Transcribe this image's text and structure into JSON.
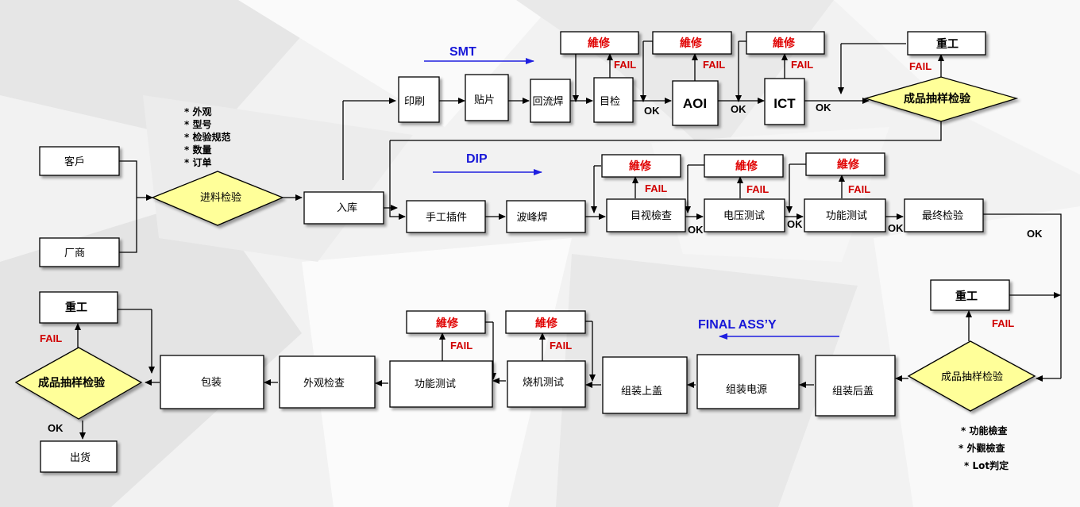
{
  "smt": {
    "title": "SMT",
    "print": "印刷",
    "mount": "贴片",
    "reflow": "回流焊",
    "visual": "目检",
    "aoi": "AOI",
    "ict": "ICT",
    "final_inspect": "成品抽样检验",
    "repair1": "維修",
    "repair2": "維修",
    "repair3": "維修",
    "rework": "重工"
  },
  "intake": {
    "customer": "客戶",
    "vendor": "厂商",
    "incoming_inspect": "进料检验",
    "warehouse": "入库",
    "notes": [
      "* 外观",
      "* 型号",
      "* 检验规范",
      "* 数量",
      "* 订单"
    ]
  },
  "dip": {
    "title": "DIP",
    "manual_insert": "手工插件",
    "wave_solder": "波峰焊",
    "visual_check": "目视檢查",
    "voltage_test": "电压测试",
    "function_test": "功能测试",
    "final_check": "最终检验",
    "repair1": "維修",
    "repair2": "維修",
    "repair3": "維修"
  },
  "final_assy": {
    "title": "FINAL ASS’Y",
    "rework": "重工",
    "sample_inspect": "成品抽样检验",
    "back_cover": "组装后盖",
    "power_supply": "组装电源",
    "top_cover": "组装上盖",
    "burn_in": "烧机测试",
    "function_test": "功能测试",
    "appearance": "外观检查",
    "packing": "包装",
    "final_sample": "成品抽样检验",
    "rework2": "重工",
    "ship": "出货",
    "repair1": "維修",
    "repair2": "維修",
    "notes": [
      "* 功能檢查",
      "* 外觀檢查",
      "* Lot判定"
    ]
  },
  "labels": {
    "fail": "FAIL",
    "ok": "OK"
  }
}
